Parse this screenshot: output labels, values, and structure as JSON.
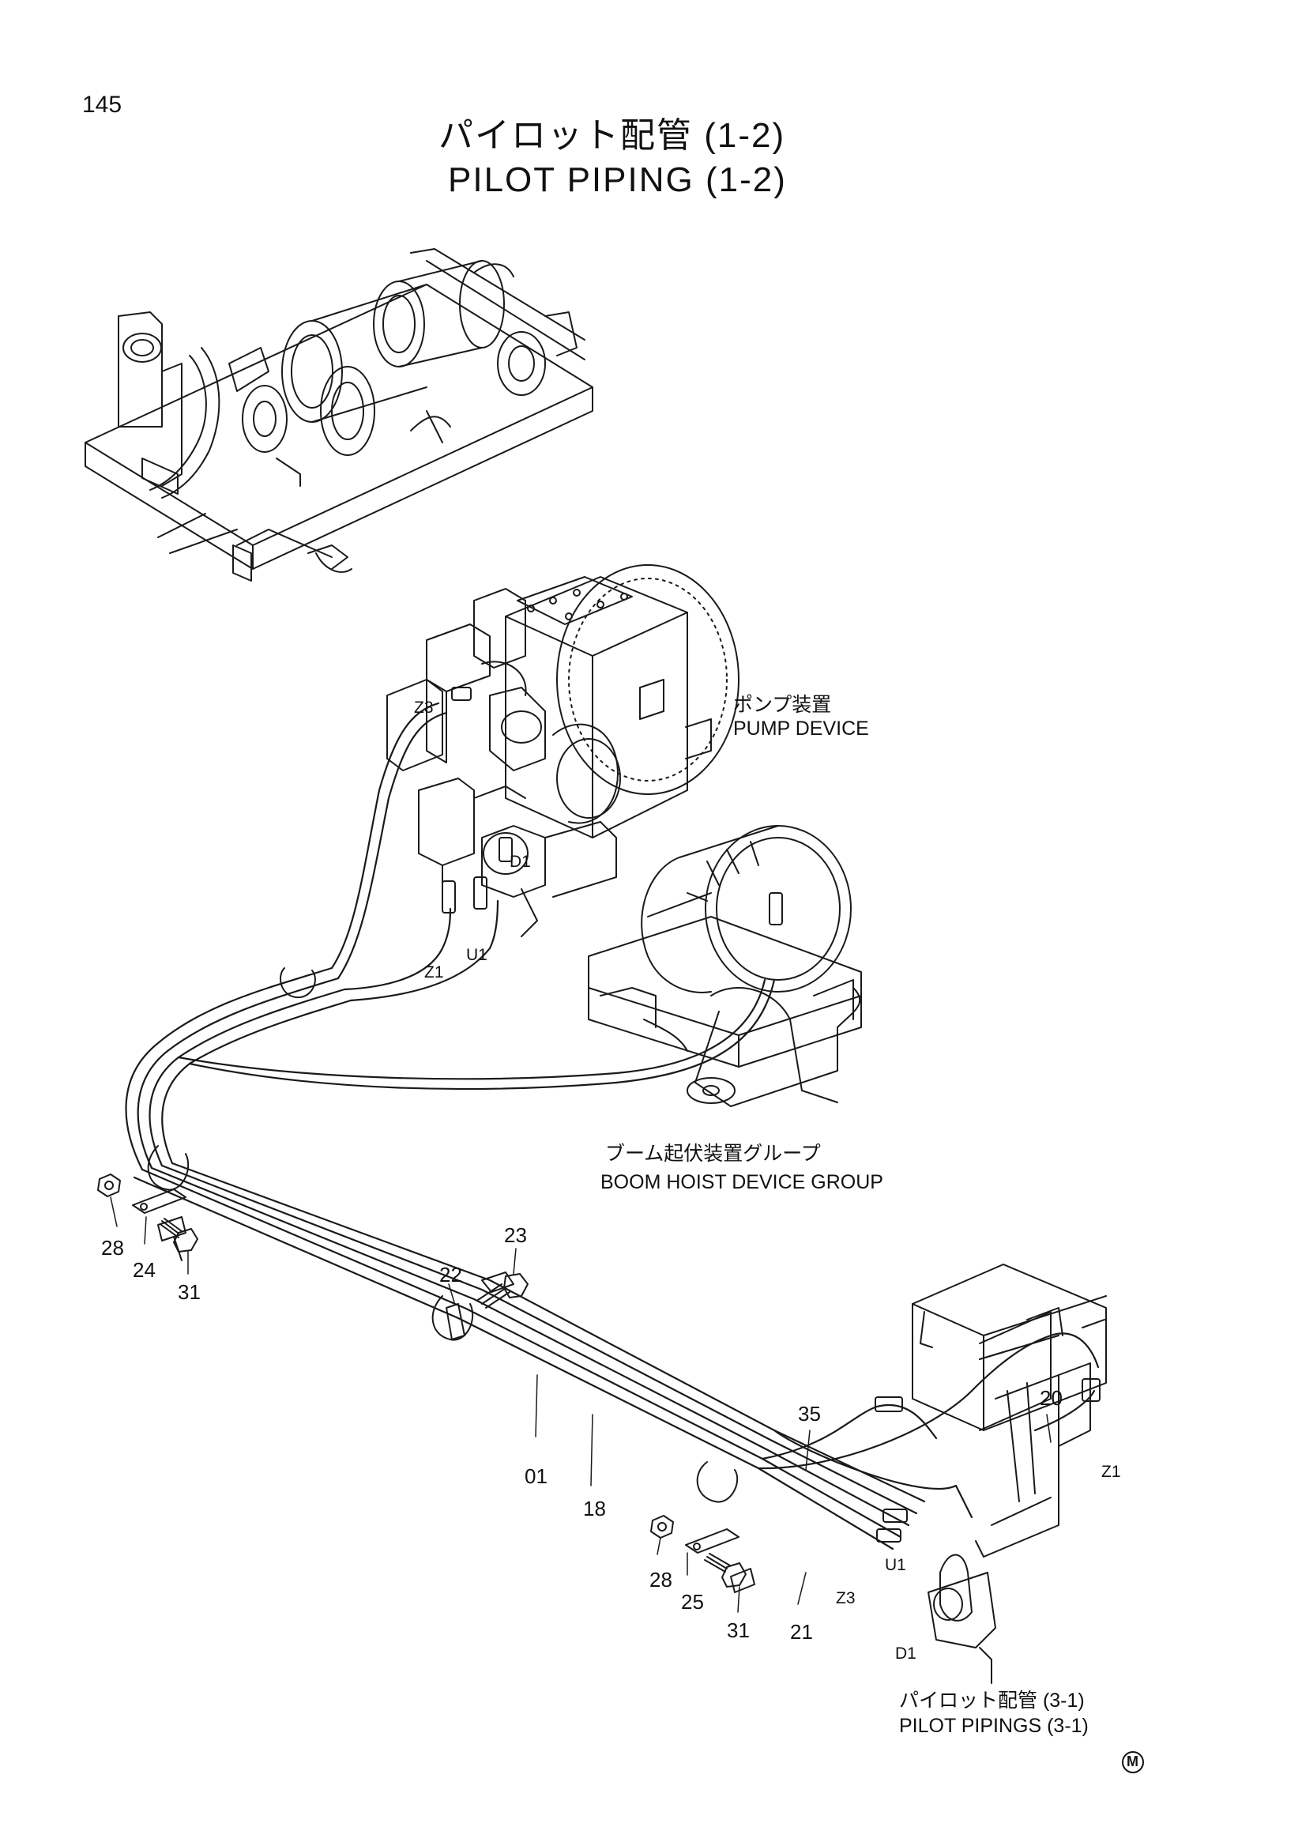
{
  "page_number": "145",
  "title_jp": "パイロット配管 (1-2)",
  "title_en": "PILOT PIPING (1-2)",
  "labels": {
    "pump_jp": "ポンプ装置",
    "pump_en": "PUMP DEVICE",
    "boom_jp": "ブーム起伏装置グループ",
    "boom_en": "BOOM HOIST DEVICE GROUP",
    "pipings_jp": "パイロット配管 (3-1)",
    "pipings_en": "PILOT PIPINGS (3-1)"
  },
  "port_labels": {
    "z3_top": "Z3",
    "d1_top": "D1",
    "z1_top": "Z1",
    "u1_top": "U1",
    "z1_right": "Z1",
    "u1_bottom": "U1",
    "z3_bottom": "Z3",
    "d1_bottom": "D1"
  },
  "part_numbers": {
    "p28a": "28",
    "p24": "24",
    "p31a": "31",
    "p23": "23",
    "p22": "22",
    "p01": "01",
    "p18": "18",
    "p35": "35",
    "p20": "20",
    "p28b": "28",
    "p25": "25",
    "p31b": "31",
    "p21": "21"
  },
  "corner_mark": "M"
}
